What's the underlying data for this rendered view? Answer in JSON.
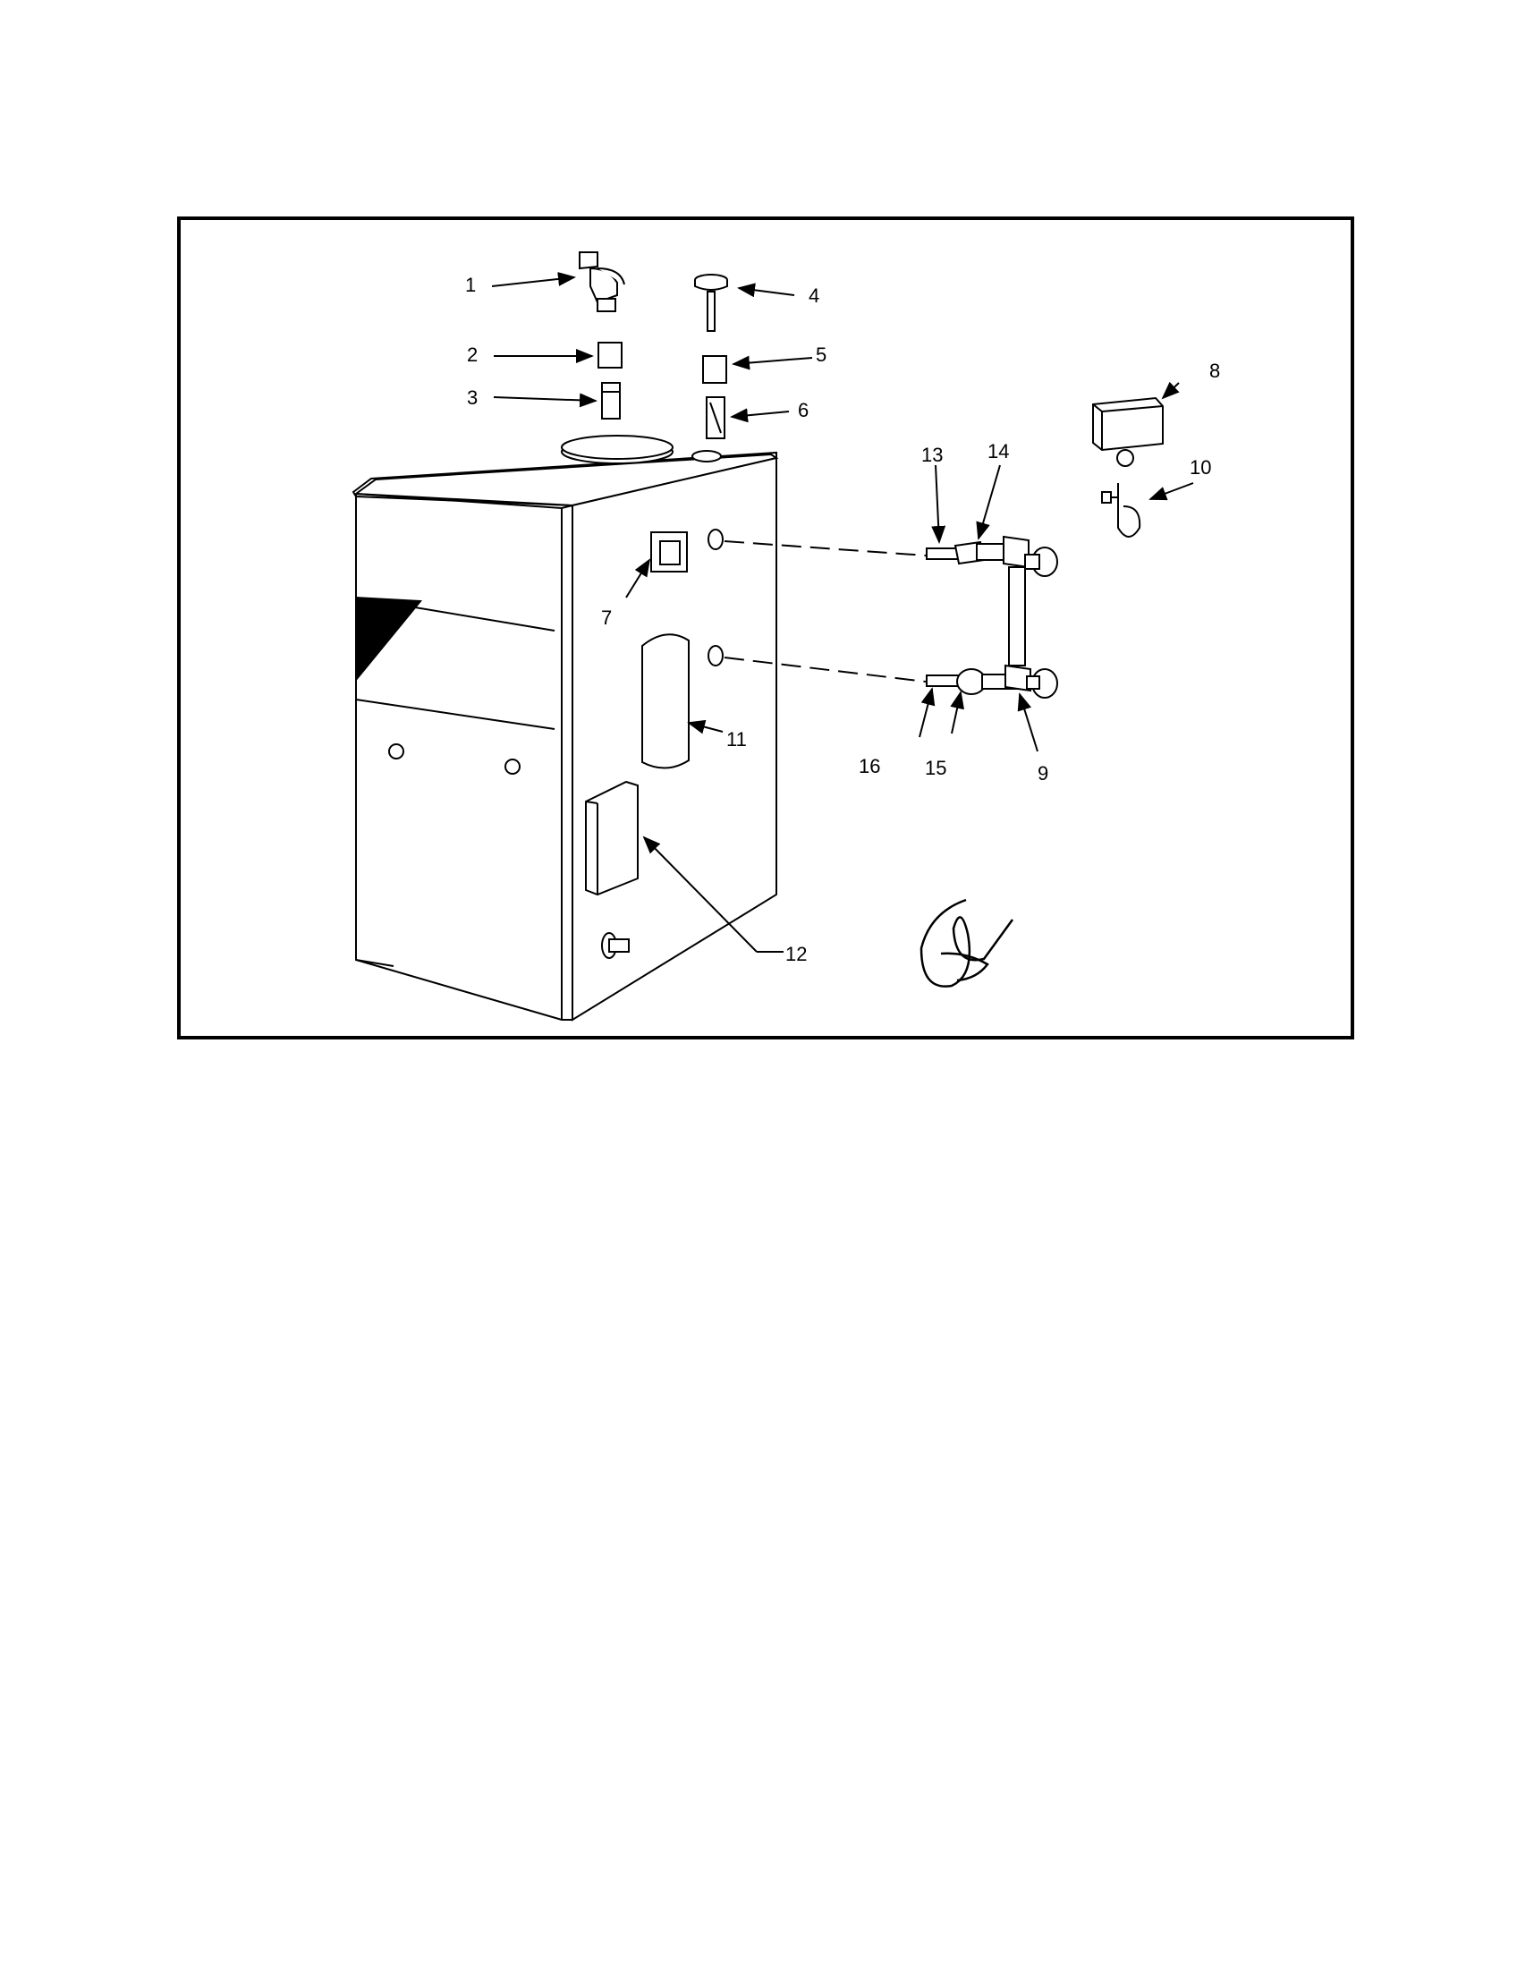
{
  "figure": {
    "callouts": {
      "c1": "1",
      "c2": "2",
      "c3": "3",
      "c4": "4",
      "c5": "5",
      "c6": "6",
      "c7": "7",
      "c8": "8",
      "c9": "9",
      "c10": "10",
      "c11": "11",
      "c12": "12",
      "c13": "13",
      "c14": "14",
      "c15": "15",
      "c16": "16"
    }
  },
  "colors": {
    "ink": "#000000",
    "paper": "#ffffff"
  }
}
